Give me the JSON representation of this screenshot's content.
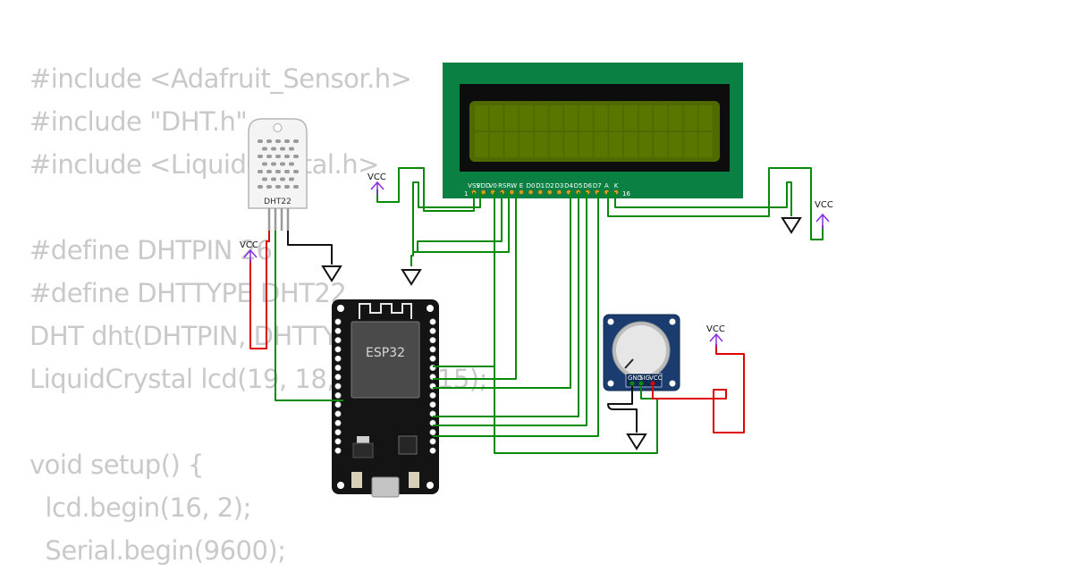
{
  "code_lines": [
    "#include <Adafruit_Sensor.h>",
    "#include \"DHT.h\"",
    "#include <LiquidCrystal.h>",
    "",
    "#define DHTPIN 26",
    "#define DHTTYPE DHT22",
    "DHT dht(DHTPIN, DHTTYPE);",
    "LiquidCrystal lcd(19, 18, 5, 4, 2, 15);",
    "",
    "void setup() {",
    "  lcd.begin(16, 2);",
    "  Serial.begin(9600);"
  ],
  "dht": {
    "label": "DHT22"
  },
  "esp32": {
    "label": "ESP32"
  },
  "lcd": {
    "pins": [
      "VSS",
      "VDD",
      "V0",
      "RS",
      "RW",
      "E",
      "D0",
      "D1",
      "D2",
      "D3",
      "D4",
      "D5",
      "D6",
      "D7",
      "A",
      "K"
    ],
    "pin_first": "1",
    "pin_last": "16"
  },
  "pot": {
    "pins": [
      "GND",
      "SIG",
      "VCC"
    ]
  },
  "power": {
    "vcc_label": "VCC"
  },
  "colors": {
    "wire_green": "#0a8a0a",
    "wire_red": "#e00000",
    "wire_black": "#111111",
    "vcc_purple": "#8a2be2",
    "lcd_board": "#0b8043",
    "lcd_screen": "#4f6b00"
  }
}
